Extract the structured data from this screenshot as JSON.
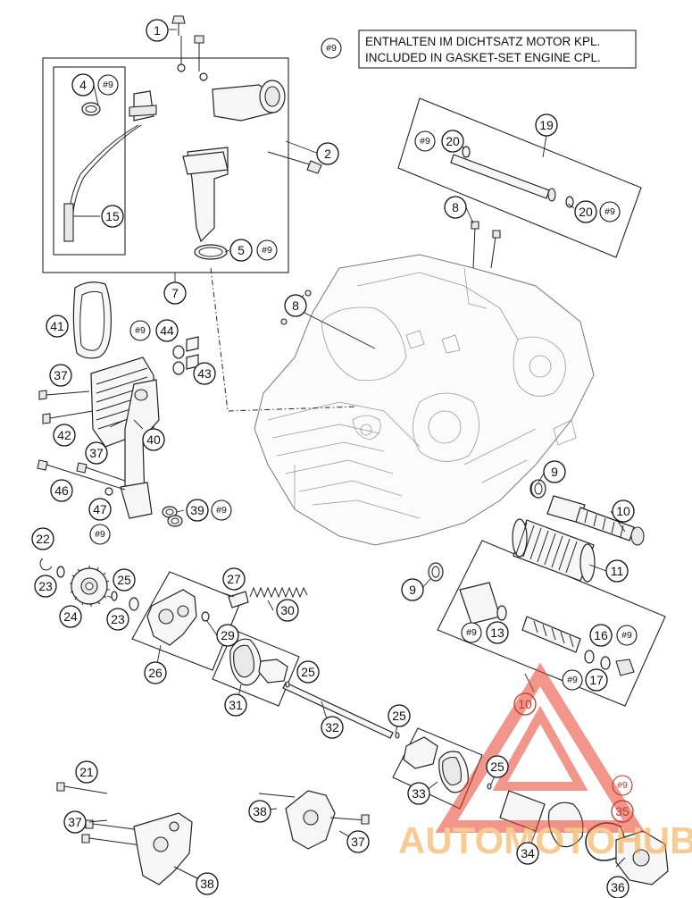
{
  "note": {
    "ref": "#9",
    "line_de": "ENTHALTEN IM DICHTSATZ MOTOR KPL.",
    "line_en": "INCLUDED IN GASKET-SET ENGINE CPL."
  },
  "callouts": [
    {
      "id": "c1",
      "label": "1",
      "kind": "num"
    },
    {
      "id": "c2",
      "label": "2",
      "kind": "num"
    },
    {
      "id": "c4",
      "label": "4",
      "kind": "num"
    },
    {
      "id": "c4r",
      "label": "#9",
      "kind": "ref"
    },
    {
      "id": "c5",
      "label": "5",
      "kind": "num"
    },
    {
      "id": "c5r",
      "label": "#9",
      "kind": "ref"
    },
    {
      "id": "c15",
      "label": "15",
      "kind": "num"
    },
    {
      "id": "c7",
      "label": "7",
      "kind": "num"
    },
    {
      "id": "c19",
      "label": "19",
      "kind": "num"
    },
    {
      "id": "c19r",
      "label": "#9",
      "kind": "ref"
    },
    {
      "id": "c20a",
      "label": "20",
      "kind": "num"
    },
    {
      "id": "c20b",
      "label": "20",
      "kind": "num"
    },
    {
      "id": "c20r",
      "label": "#9",
      "kind": "ref"
    },
    {
      "id": "c8a",
      "label": "8",
      "kind": "num"
    },
    {
      "id": "c8b",
      "label": "8",
      "kind": "num"
    },
    {
      "id": "c41",
      "label": "41",
      "kind": "num"
    },
    {
      "id": "c44r",
      "label": "#9",
      "kind": "ref"
    },
    {
      "id": "c44",
      "label": "44",
      "kind": "num"
    },
    {
      "id": "c43",
      "label": "43",
      "kind": "num"
    },
    {
      "id": "c37a",
      "label": "37",
      "kind": "num"
    },
    {
      "id": "c42",
      "label": "42",
      "kind": "num"
    },
    {
      "id": "c40",
      "label": "40",
      "kind": "num"
    },
    {
      "id": "c37b",
      "label": "37",
      "kind": "num"
    },
    {
      "id": "c46",
      "label": "46",
      "kind": "num"
    },
    {
      "id": "c47",
      "label": "47",
      "kind": "num"
    },
    {
      "id": "c47r",
      "label": "#9",
      "kind": "ref"
    },
    {
      "id": "c39",
      "label": "39",
      "kind": "num"
    },
    {
      "id": "c39r",
      "label": "#9",
      "kind": "ref"
    },
    {
      "id": "c9a",
      "label": "9",
      "kind": "num"
    },
    {
      "id": "c10a",
      "label": "10",
      "kind": "num"
    },
    {
      "id": "c11",
      "label": "11",
      "kind": "num"
    },
    {
      "id": "c9b",
      "label": "9",
      "kind": "num"
    },
    {
      "id": "c22",
      "label": "22",
      "kind": "num"
    },
    {
      "id": "c23a",
      "label": "23",
      "kind": "num"
    },
    {
      "id": "c25a",
      "label": "25",
      "kind": "num"
    },
    {
      "id": "c24",
      "label": "24",
      "kind": "num"
    },
    {
      "id": "c23b",
      "label": "23",
      "kind": "num"
    },
    {
      "id": "c27",
      "label": "27",
      "kind": "num"
    },
    {
      "id": "c30",
      "label": "30",
      "kind": "num"
    },
    {
      "id": "c29",
      "label": "29",
      "kind": "num"
    },
    {
      "id": "c26",
      "label": "26",
      "kind": "num"
    },
    {
      "id": "c13r",
      "label": "#9",
      "kind": "ref"
    },
    {
      "id": "c13",
      "label": "13",
      "kind": "num"
    },
    {
      "id": "c16",
      "label": "16",
      "kind": "num"
    },
    {
      "id": "c16r",
      "label": "#9",
      "kind": "ref"
    },
    {
      "id": "c17r",
      "label": "#9",
      "kind": "ref"
    },
    {
      "id": "c17",
      "label": "17",
      "kind": "num"
    },
    {
      "id": "c25b",
      "label": "25",
      "kind": "num"
    },
    {
      "id": "c31",
      "label": "31",
      "kind": "num"
    },
    {
      "id": "c10b",
      "label": "10",
      "kind": "num"
    },
    {
      "id": "c32",
      "label": "32",
      "kind": "num"
    },
    {
      "id": "c25c",
      "label": "25",
      "kind": "num"
    },
    {
      "id": "c21",
      "label": "21",
      "kind": "num"
    },
    {
      "id": "c25d",
      "label": "25",
      "kind": "num"
    },
    {
      "id": "c33",
      "label": "33",
      "kind": "num"
    },
    {
      "id": "c35r",
      "label": "#9",
      "kind": "ref"
    },
    {
      "id": "c35",
      "label": "35",
      "kind": "num"
    },
    {
      "id": "c37c",
      "label": "37",
      "kind": "num"
    },
    {
      "id": "c38a",
      "label": "38",
      "kind": "num"
    },
    {
      "id": "c37d",
      "label": "37",
      "kind": "num"
    },
    {
      "id": "c34",
      "label": "34",
      "kind": "num"
    },
    {
      "id": "c38b",
      "label": "38",
      "kind": "num"
    },
    {
      "id": "c36",
      "label": "36",
      "kind": "num"
    }
  ],
  "watermark": {
    "text": "AUTOMOTOHUB",
    "colors": {
      "red": "#e8402d",
      "orange": "#f4a23b",
      "gray": "#9a9a9a"
    }
  }
}
